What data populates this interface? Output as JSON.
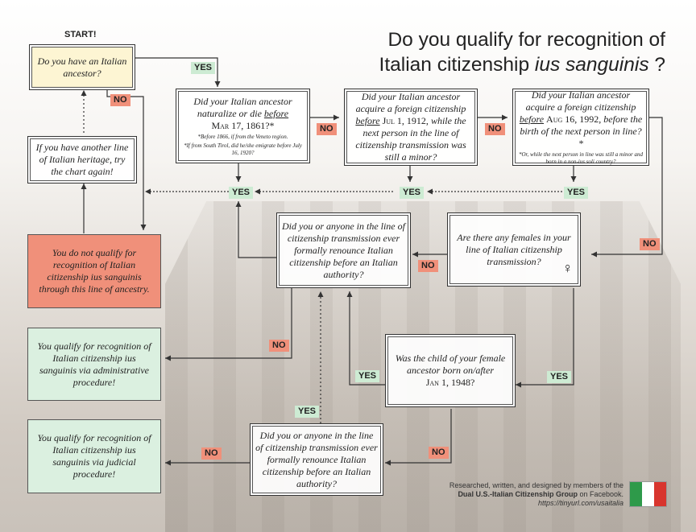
{
  "title_line1": "Do you qualify for recognition of",
  "title_line2_prefix": "Italian citizenship ",
  "title_line2_italic": "ius sanguinis",
  "title_line2_suffix": " ?",
  "start_label": "START!",
  "boxes": {
    "q1": "Do you have an Italian ancestor?",
    "q2_main": "Did your Italian ancestor naturalize or die",
    "q2_before": "before",
    "q2_date": "Mar 17, 1861?*",
    "q2_note1": "*Before 1866, if from the Veneto region.",
    "q2_note2": "*If from South Tirol, did he/she emigrate before July 16, 1920?",
    "q3_main": "Did your Italian ancestor acquire a foreign citizenship",
    "q3_before": "before",
    "q3_date": "Jul 1, 1912,",
    "q3_rest": "while the next person in the line of citizenship transmission was still a minor?",
    "q4_main": "Did your Italian ancestor acquire a foreign citizenship",
    "q4_before": "before",
    "q4_date": "Aug 16, 1992,",
    "q4_rest": "before the birth of the next person in line?*",
    "q4_note": "*Or, while the next person in line was still a minor and born in a non-ius soli country?",
    "retry": "If you have another line of Italian heritage, try the chart again!",
    "not_qualify": "You do not qualify for recognition of Italian citizenship ius sanguinis through this line of ancestry.",
    "renounce1": "Did you or anyone in the line of citizenship transmission ever formally renounce Italian citizenship before an Italian authority?",
    "females": "Are there any females in your line of Italian citizenship transmission?",
    "female_symbol": "♀",
    "child_born": "Was the child of your female ancestor born on/after",
    "child_date": "Jan 1, 1948?",
    "admin": "You qualify for recognition of Italian citizenship ius sanguinis via administrative procedure!",
    "judicial": "You qualify for recognition of Italian citizenship ius sanguinis via judicial procedure!",
    "renounce2": "Did you or anyone in the line of citizenship transmission ever formally renounce Italian citizenship before an Italian authority?"
  },
  "labels": {
    "yes": "YES",
    "no": "NO"
  },
  "credit": {
    "line1": "Researched, written, and designed by members of the",
    "line2_bold": "Dual U.S.-Italian Citizenship Group",
    "line2_rest": " on Facebook.",
    "url": "https://tinyurl.com/usaitalia"
  },
  "colors": {
    "start_box": "#fdf5d3",
    "not_qualify_box": "#f0907a",
    "qualify_box": "#dbf0e0",
    "yes_tag": "#cdebd3",
    "no_tag": "#f0907a",
    "flag": [
      "#2e9a4a",
      "#ffffff",
      "#d8352e"
    ]
  }
}
